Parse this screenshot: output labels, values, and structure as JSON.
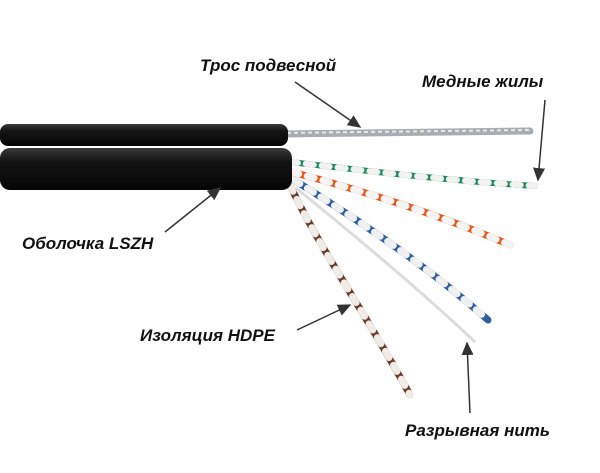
{
  "labels": {
    "messenger": "Трос подвесной",
    "conductors": "Медные жилы",
    "jacket": "Оболочка LSZH",
    "insulation": "Изоляция HDPE",
    "ripcord": "Разрывная нить"
  },
  "colors": {
    "jacket": "#111111",
    "steel": "#a9acb0",
    "green_pair": "#1f8a5a",
    "orange_pair": "#e8561c",
    "blue_pair": "#2f5f9e",
    "brown_pair": "#6b3a2a",
    "ripcord": "#e4e4e4"
  }
}
